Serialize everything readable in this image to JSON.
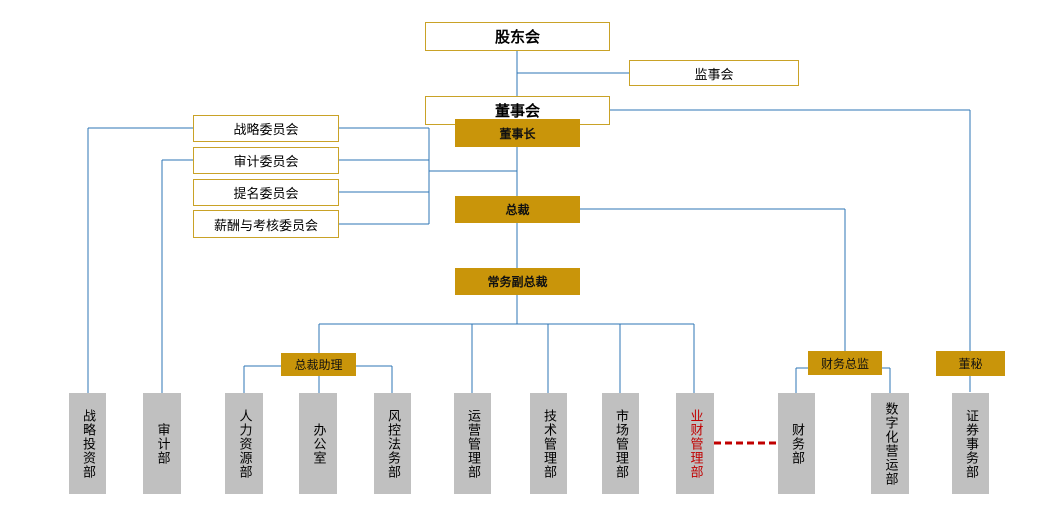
{
  "top": {
    "shareholders": "股东会",
    "supervisors": "监事会",
    "board": "董事会",
    "chairman": "董事长",
    "president": "总裁",
    "executive_vp": "常务副总裁"
  },
  "committees": [
    "战略委员会",
    "审计委员会",
    "提名委员会",
    "薪酬与考核委员会"
  ],
  "middle": {
    "president_assistant": "总裁助理",
    "cfo": "财务总监",
    "board_secretary": "董秘"
  },
  "departments": {
    "strategy_investment": "战略投资部",
    "audit": "审计部",
    "hr": "人力资源部",
    "office": "办公室",
    "risk_legal": "风控法务部",
    "operations": "运营管理部",
    "technology": "技术管理部",
    "market": "市场管理部",
    "business_finance": "业财管理部",
    "finance": "财务部",
    "digital_ops": "数字化营运部",
    "securities": "证券事务部"
  },
  "colors": {
    "gold": "#c9950a",
    "line": "#2e75b6",
    "dept_fill": "#c0c0c0",
    "highlight_text": "#c00000",
    "dashed_link": "#c00000"
  }
}
